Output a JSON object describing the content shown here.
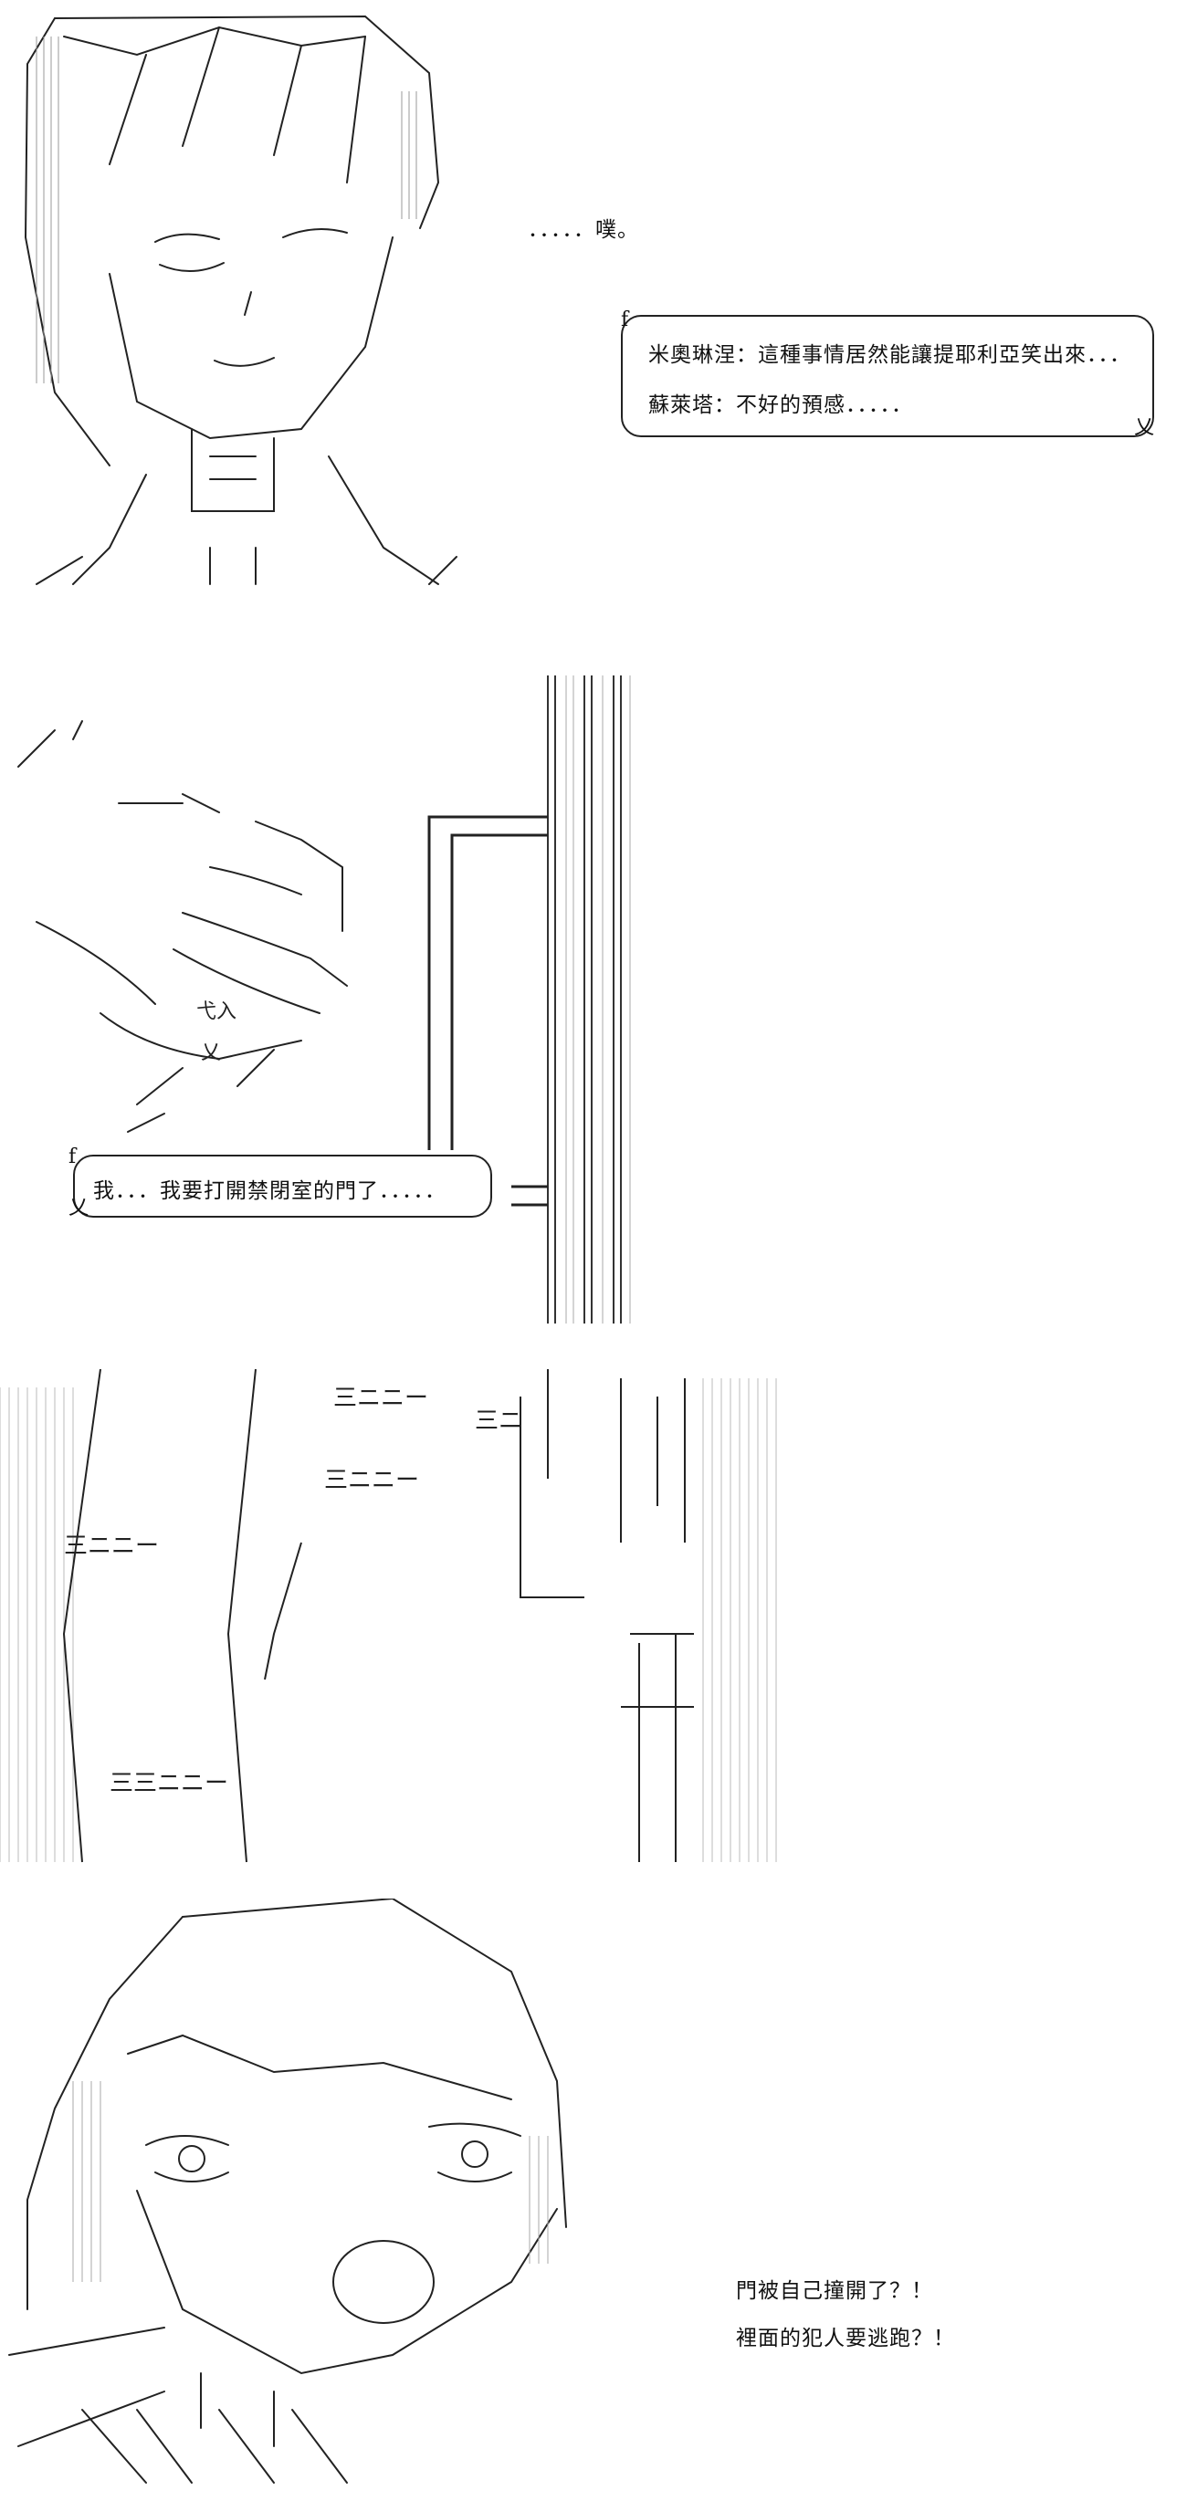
{
  "panel1": {
    "sound_text": "．．．．．噗。",
    "bubble_lines": [
      "米奧琳涅：這種事情居然能讓提耶利亞笑出來．．．",
      "蘇萊塔：不好的預感．．．．．"
    ]
  },
  "panel2": {
    "bubble_text": "我．．．我要打開禁閉室的門了．．．．．",
    "hand_marks": [
      "弋入",
      "乂"
    ]
  },
  "panel3": {
    "effects": [
      "三ニニー",
      "三ニ",
      "三ニニー",
      "三ニニー",
      "三三ニニー"
    ]
  },
  "panel4": {
    "thought_lines": [
      "門被自己撞開了？！",
      "裡面的犯人要逃跑？！"
    ]
  }
}
